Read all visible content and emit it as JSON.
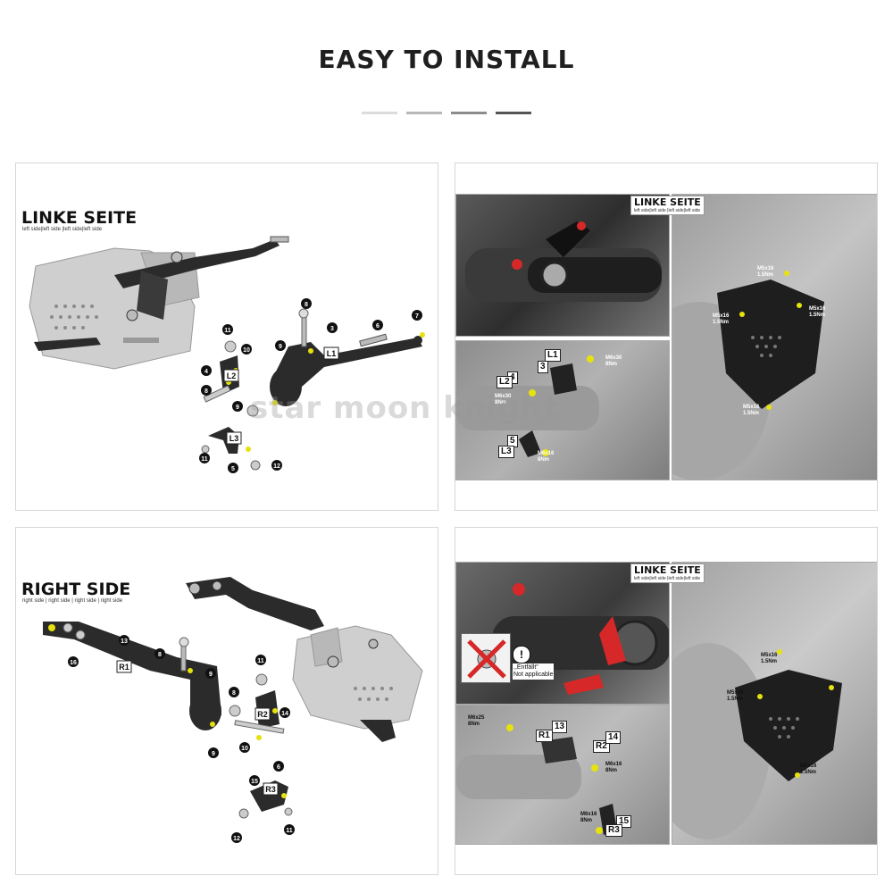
{
  "header": {
    "title": "EASY TO INSTALL",
    "bars": [
      "#dcdcdc",
      "#b8b8b8",
      "#8c8c8c",
      "#555555"
    ]
  },
  "watermark": "star moon knight",
  "panels": {
    "left_diagram": {
      "title": "LINKE SEITE",
      "subtitle": "left side|left side |left side|left side",
      "callouts": [
        "8",
        "3",
        "6",
        "7",
        "11",
        "10",
        "9",
        "4",
        "L2",
        "L1",
        "8",
        "9",
        "L3",
        "11",
        "5",
        "12"
      ]
    },
    "left_photo": {
      "label_title": "LINKE SEITE",
      "label_sub": "left side|left side |left side|left side",
      "tags": [
        "L1",
        "3",
        "4",
        "L2",
        "5",
        "L3"
      ],
      "torques": [
        "M6x30\n8Nm",
        "M6x30\n8Nm",
        "M6x16\n8Nm",
        "M5x16\n1.5Nm",
        "M5x16\n1.5Nm",
        "M5x16\n1.5Nm",
        "M5x16\n1.5Nm"
      ]
    },
    "right_diagram": {
      "title": "RIGHT SIDE",
      "subtitle": "right side | right side | right side | right side",
      "callouts": [
        "16",
        "13",
        "R1",
        "8",
        "9",
        "11",
        "8",
        "R2",
        "14",
        "10",
        "9",
        "6",
        "15",
        "R3",
        "12",
        "11"
      ]
    },
    "right_photo": {
      "label_title": "LINKE SEITE",
      "label_sub": "left side|left side |left side|left side",
      "warning": ",,Entfällt\"\nNot applicable",
      "tags": [
        "R1",
        "13",
        "R2",
        "14",
        "15",
        "R3"
      ],
      "torques": [
        "M6x25\n8Nm",
        "M6x16\n8Nm",
        "M6x16\n8Nm",
        "M5x16\n1.5Nm",
        "M5x16\n1.5Nm",
        "M5x16\n1.5Nm"
      ]
    }
  },
  "colors": {
    "accent_red": "#d62828",
    "accent_yellow": "#e6e20e",
    "bracket": "#2b2b2b",
    "guard": "#c7c7c7"
  }
}
